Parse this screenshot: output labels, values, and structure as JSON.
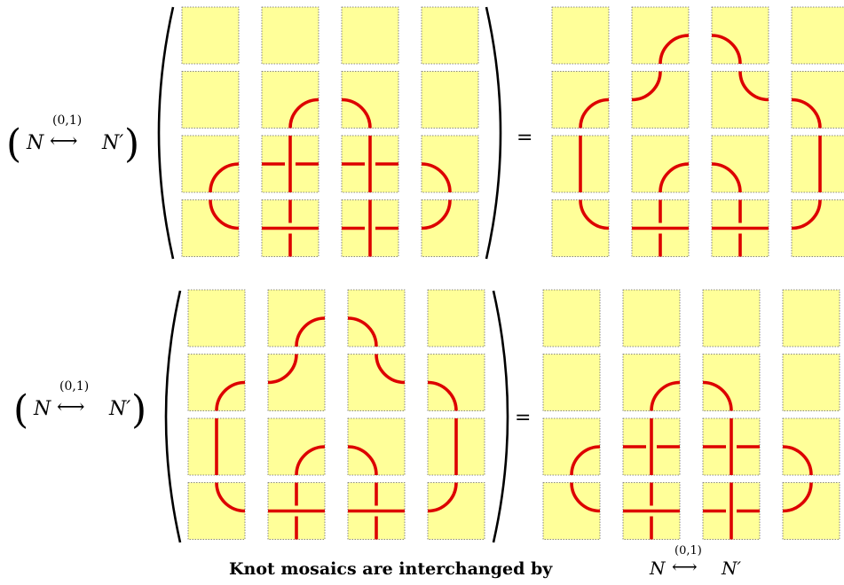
{
  "operator": {
    "left_symbol": "N",
    "superscript": "(0,1)",
    "arrow": "⟷",
    "right_symbol": "N′"
  },
  "equals_sign": "=",
  "caption": {
    "prefix": "Knot mosaics are interchanged by",
    "left_symbol": "N",
    "superscript": "(0,1)",
    "arrow": "⟷",
    "right_symbol": "N′"
  },
  "colors": {
    "tile_fill": "#ffff99",
    "strand": "#dd0000",
    "tile_border": "#666666"
  },
  "mosaic_size": 4,
  "tile_types": {
    "T0": "blank",
    "T1": "arc-SW",
    "T2": "arc-SE",
    "T3": "arc-NE",
    "T4": "arc-NW",
    "T5": "horizontal",
    "T6": "vertical",
    "T9": "crossing-horizontal-over",
    "T10": "crossing-vertical-over"
  },
  "rows": [
    {
      "left_mosaic": [
        [
          "T0",
          "T0",
          "T0",
          "T0"
        ],
        [
          "T0",
          "T2",
          "T1",
          "T0"
        ],
        [
          "T2",
          "T10",
          "T10",
          "T1"
        ],
        [
          "T3",
          "T9",
          "T10",
          "T4"
        ]
      ],
      "right_mosaic": [
        [
          "T0",
          "T2",
          "T1",
          "T0"
        ],
        [
          "T2",
          "T4",
          "T3",
          "T1"
        ],
        [
          "T6",
          "T2",
          "T1",
          "T6"
        ],
        [
          "T3",
          "T9",
          "T9",
          "T4"
        ]
      ]
    },
    {
      "left_mosaic": [
        [
          "T0",
          "T2",
          "T1",
          "T0"
        ],
        [
          "T2",
          "T4",
          "T3",
          "T1"
        ],
        [
          "T6",
          "T2",
          "T1",
          "T6"
        ],
        [
          "T3",
          "T9",
          "T9",
          "T4"
        ]
      ],
      "right_mosaic": [
        [
          "T0",
          "T0",
          "T0",
          "T0"
        ],
        [
          "T0",
          "T2",
          "T1",
          "T0"
        ],
        [
          "T2",
          "T10",
          "T10",
          "T1"
        ],
        [
          "T3",
          "T9",
          "T10",
          "T4"
        ]
      ]
    }
  ]
}
